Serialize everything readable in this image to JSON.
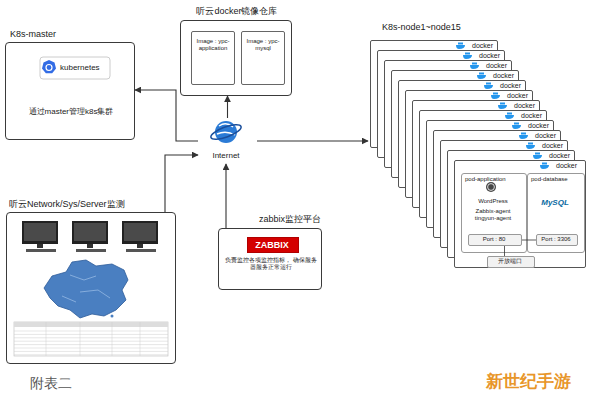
{
  "diagram": {
    "caption": "附表二",
    "nodes": [
      {
        "text": [
          "K8s-master",
          "kubernetes",
          "通过master管理k8s集群"
        ]
      },
      {
        "text": [
          "听云docker镜像仓库"
        ]
      },
      {
        "text": [
          "Image : ypc-application"
        ],
        "in": 1
      },
      {
        "text": [
          "Image : ypc-mysql"
        ],
        "in": 1
      },
      {
        "text": [
          "Internet"
        ]
      },
      {
        "text": [
          "K8s-node1~node15"
        ]
      },
      {
        "text": [
          "docker"
        ],
        "in": 5
      },
      {
        "text": [
          "docker"
        ],
        "in": 5
      },
      {
        "text": [
          "docker"
        ],
        "in": 5
      },
      {
        "text": [
          "docker"
        ],
        "in": 5
      },
      {
        "text": [
          "docker"
        ],
        "in": 5
      },
      {
        "text": [
          "docker"
        ],
        "in": 5
      },
      {
        "text": [
          "docker"
        ],
        "in": 5
      },
      {
        "text": [
          "docker"
        ],
        "in": 5
      },
      {
        "text": [
          "docker"
        ],
        "in": 5
      },
      {
        "text": [
          "docker"
        ],
        "in": 5
      },
      {
        "text": [
          "docker"
        ],
        "in": 5
      },
      {
        "text": [
          "docker"
        ],
        "in": 5
      },
      {
        "text": [
          "docker"
        ],
        "in": 5
      },
      {
        "text": [
          "pod-application",
          "WordPress",
          "Zabbix-agent tingyun-agent"
        ],
        "in": 18
      },
      {
        "text": [
          "Port : 80"
        ],
        "in": 19
      },
      {
        "text": [
          "pod-database",
          "MySQL"
        ],
        "in": 18
      },
      {
        "text": [
          "Port : 3306"
        ],
        "in": 21
      },
      {
        "text": [
          "开放端口"
        ],
        "in": 18
      },
      {
        "text": [
          "听云Network/Sys/Server监测"
        ]
      },
      {
        "text": [
          "zabbix监控平台",
          "负责监控各项监控指标， 确保服务器服务正常运行"
        ]
      },
      {
        "text": [
          "ZABBIX"
        ],
        "in": 25
      }
    ],
    "edges": [
      {
        "from": 4,
        "to": 0,
        "arrow": "to"
      },
      {
        "from": 4,
        "to": 1,
        "arrow": "to"
      },
      {
        "from": 4,
        "to": 5,
        "arrow": "to"
      },
      {
        "from": 24,
        "to": 4,
        "arrow": "to"
      },
      {
        "from": 25,
        "to": 4,
        "arrow": "to"
      },
      {
        "from": 20,
        "to": 22,
        "arrow": "none"
      },
      {
        "from": 20,
        "to": 23,
        "arrow": "none"
      }
    ],
    "labels": [
      "新世纪手游"
    ]
  }
}
